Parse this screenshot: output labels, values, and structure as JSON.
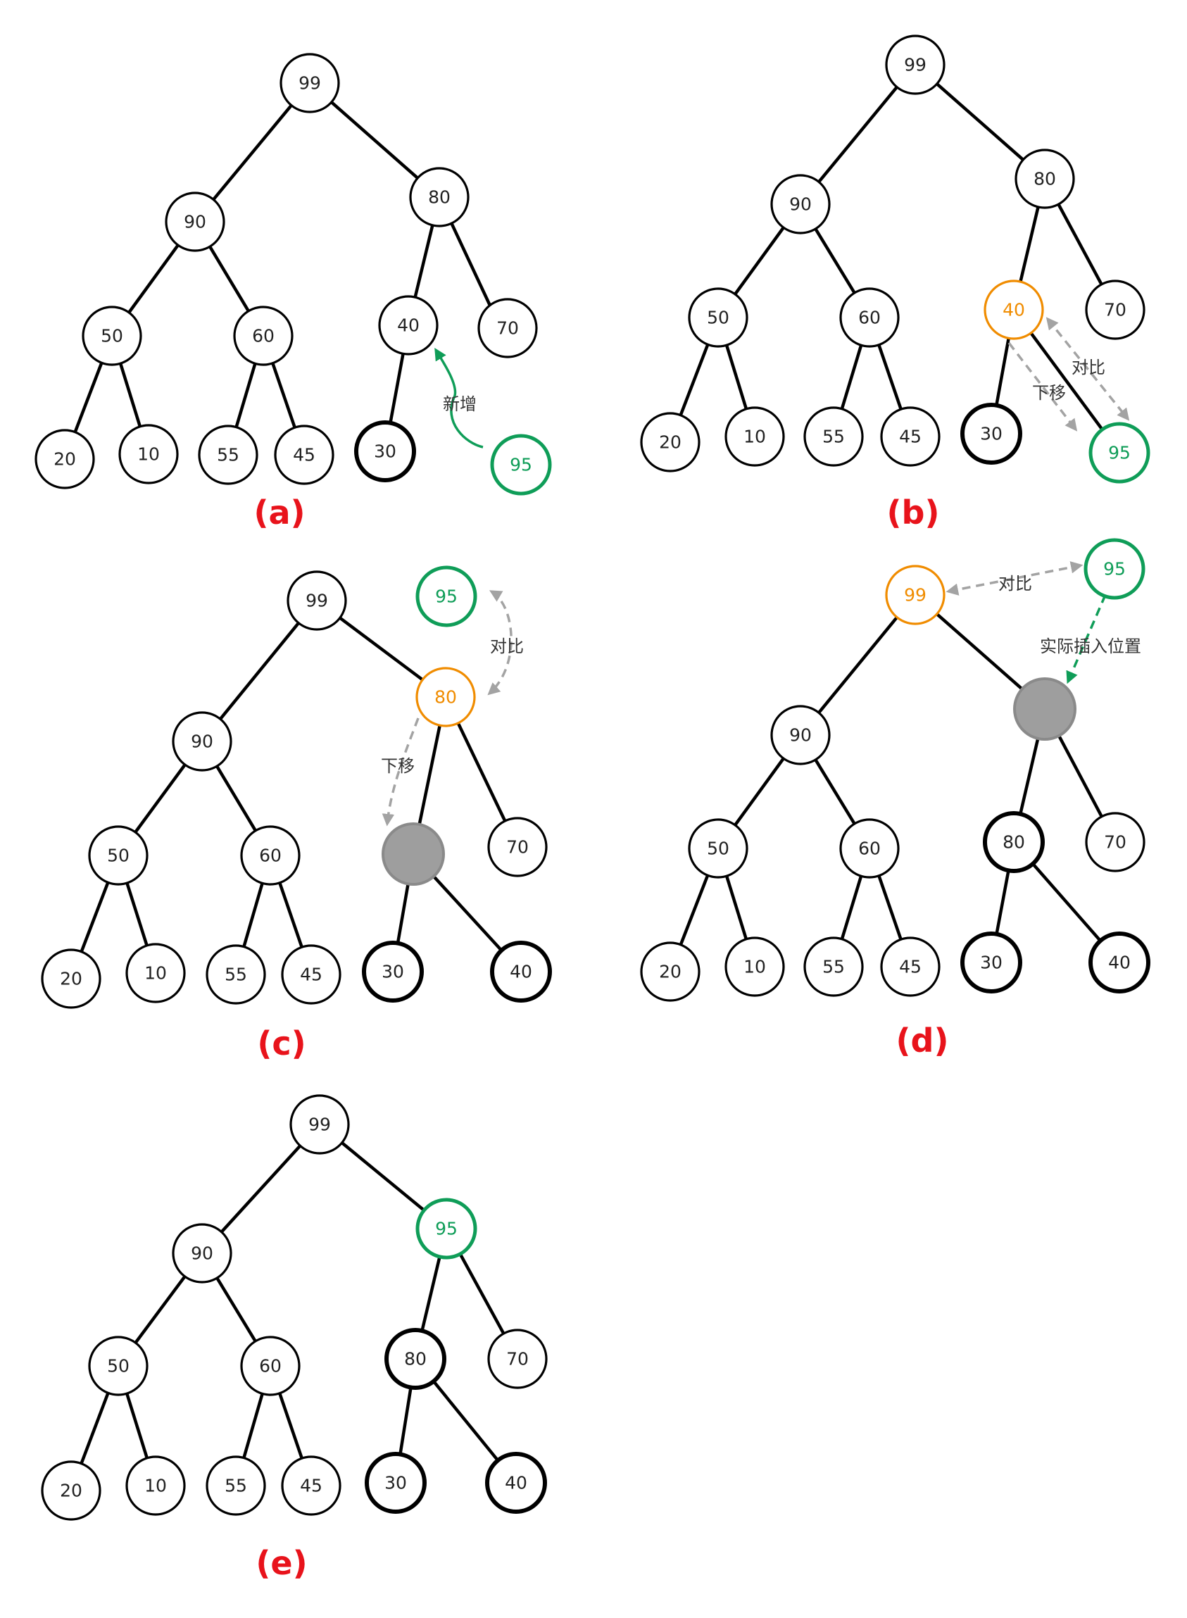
{
  "panels": {
    "a": {
      "label": "(a)",
      "annotation_add": "新增",
      "values": {
        "root": "99",
        "left": "90",
        "right": "80",
        "ll": "50",
        "lr": "60",
        "rl": "40",
        "rr": "70",
        "lll": "20",
        "llr": "10",
        "lrl": "55",
        "lrr": "45",
        "rll": "30",
        "new": "95"
      }
    },
    "b": {
      "label": "(b)",
      "annotation_compare": "对比",
      "annotation_move_down": "下移",
      "values": {
        "root": "99",
        "left": "90",
        "right": "80",
        "ll": "50",
        "lr": "60",
        "rl": "40",
        "rr": "70",
        "lll": "20",
        "llr": "10",
        "lrl": "55",
        "lrr": "45",
        "rll": "30",
        "new": "95"
      }
    },
    "c": {
      "label": "(c)",
      "annotation_compare": "对比",
      "annotation_move_down": "下移",
      "values": {
        "root": "99",
        "left": "90",
        "right": "80",
        "ll": "50",
        "lr": "60",
        "rr": "70",
        "lll": "20",
        "llr": "10",
        "lrl": "55",
        "lrr": "45",
        "rll": "30",
        "rlr": "40",
        "new": "95"
      }
    },
    "d": {
      "label": "(d)",
      "annotation_compare": "对比",
      "annotation_insert": "实际插入位置",
      "values": {
        "root": "99",
        "left": "90",
        "rl": "80",
        "rr": "70",
        "ll": "50",
        "lr": "60",
        "lll": "20",
        "llr": "10",
        "lrl": "55",
        "lrr": "45",
        "rll": "30",
        "rlr": "40",
        "new": "95"
      }
    },
    "e": {
      "label": "(e)",
      "values": {
        "root": "99",
        "left": "90",
        "right": "95",
        "ll": "50",
        "lr": "60",
        "rl": "80",
        "rr": "70",
        "lll": "20",
        "llr": "10",
        "lrl": "55",
        "lrr": "45",
        "rll": "30",
        "rlr": "40"
      }
    }
  },
  "colors": {
    "new_node": "#0f9d58",
    "compare_node": "#f08c00",
    "label": "#e8131b",
    "hole": "#9e9e9e"
  }
}
